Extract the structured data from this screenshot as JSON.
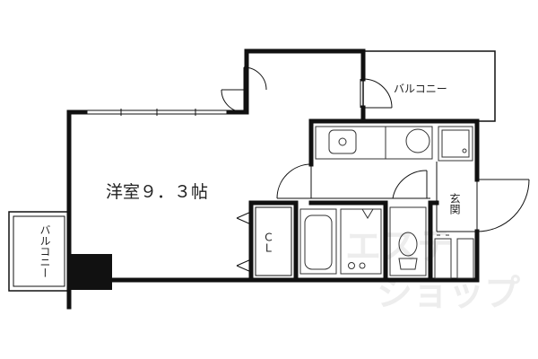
{
  "rooms": {
    "western_room": "洋室９．３帖",
    "closet": "ＣＬ",
    "entrance": "玄関"
  },
  "balconies": {
    "top_right": "バルコニー",
    "left": "バルコニー"
  },
  "watermark": "エステートショップ",
  "colors": {
    "wall": "#111111",
    "fixture": "#444444",
    "watermark": "#e6e6e6"
  }
}
